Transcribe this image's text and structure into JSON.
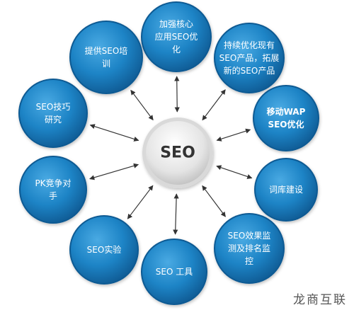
{
  "center": {
    "label": "SEO"
  },
  "nodes": [
    {
      "id": "enhance-core",
      "label": "加强核心\n应用SEO优\n化"
    },
    {
      "id": "continuous-optimize",
      "label": "持续优化现有\nSEO产品，拓展\n新的SEO产品"
    },
    {
      "id": "mobile-wap",
      "label": "移动WAP\nSEO优化"
    },
    {
      "id": "keyword-library",
      "label": "词库建设"
    },
    {
      "id": "effect-monitor",
      "label": "SEO效果监\n测及排名监\n控"
    },
    {
      "id": "seo-tools",
      "label": "SEO 工具"
    },
    {
      "id": "seo-experiment",
      "label": "SEO实验"
    },
    {
      "id": "pk-competitor",
      "label": "PK竞争对\n手"
    },
    {
      "id": "seo-research",
      "label": "SEO技巧\n研究"
    },
    {
      "id": "seo-training",
      "label": "提供SEO培\n训"
    }
  ],
  "colors": {
    "node_fill": "#1d84c6",
    "node_dark": "#0f5a93",
    "node_light": "#45a6e0",
    "center_fill": "#e6e6e6",
    "arrow": "#333333"
  },
  "watermark": "龙商互联"
}
